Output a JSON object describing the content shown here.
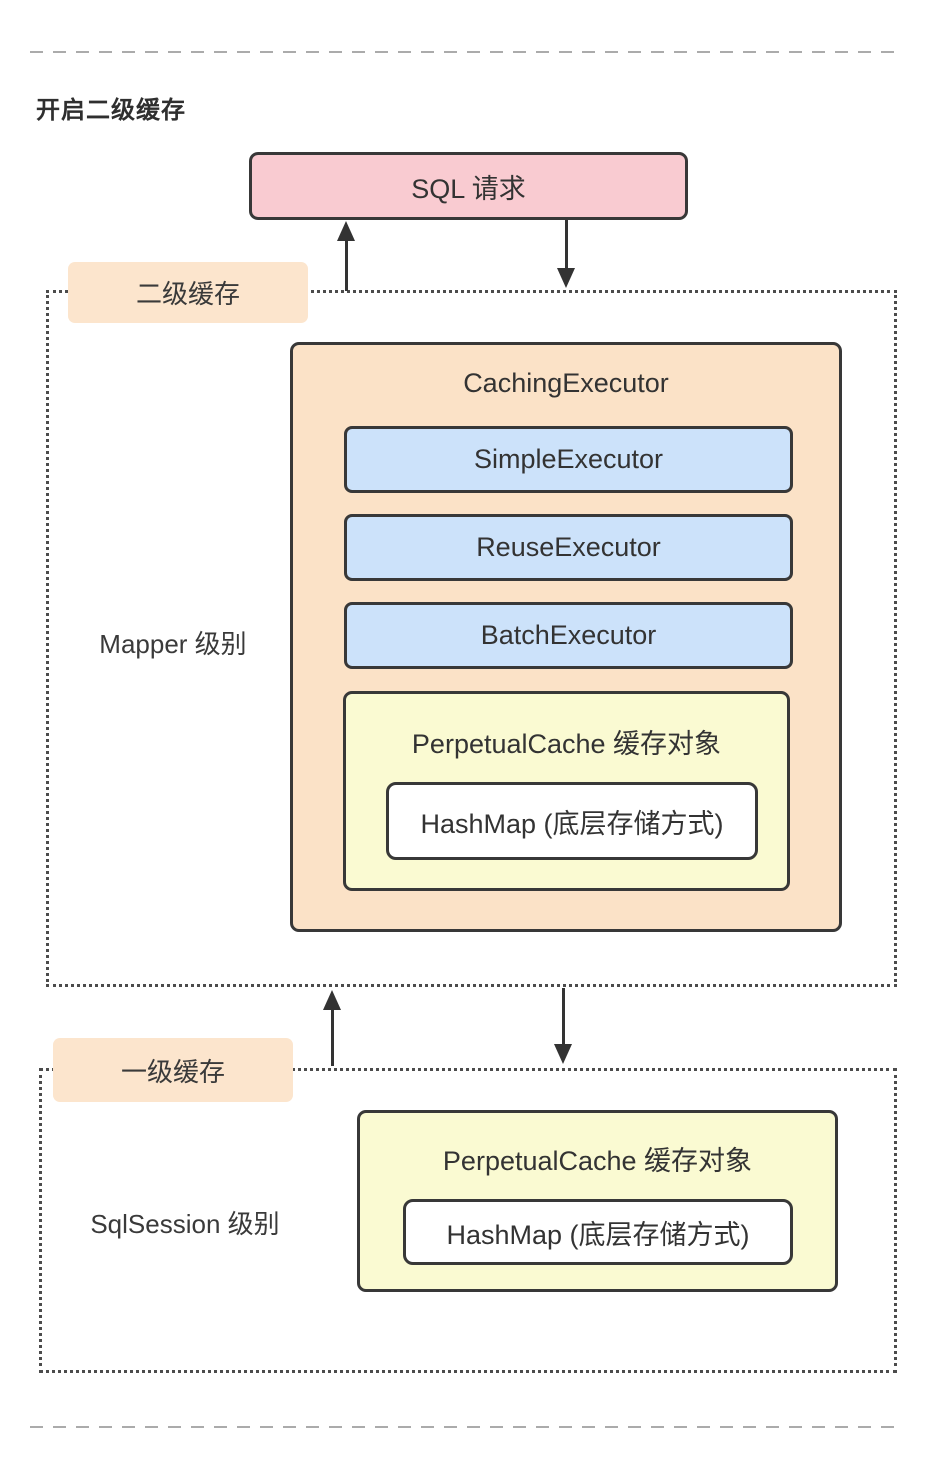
{
  "page": {
    "heading": "开启二级缓存"
  },
  "colors": {
    "pink_box": "#f9cbd1",
    "orange_tag": "#fce5cd",
    "orange_box": "#fbe2c7",
    "blue_box": "#cce2fa",
    "yellow_box": "#fafad2",
    "white_box": "#ffffff",
    "dark_border": "#383838",
    "dotted_border": "#4c4c4c",
    "separator": "#ababab",
    "text": "#333333"
  },
  "diagram": {
    "sql_request": {
      "label": "SQL 请求"
    },
    "second_level": {
      "tag": "二级缓存",
      "side_label": "Mapper 级别",
      "caching_executor_label": "CachingExecutor",
      "executors": [
        {
          "label": "SimpleExecutor"
        },
        {
          "label": "ReuseExecutor"
        },
        {
          "label": "BatchExecutor"
        }
      ],
      "cache": {
        "label": "PerpetualCache 缓存对象",
        "storage": "HashMap (底层存储方式)"
      }
    },
    "first_level": {
      "tag": "一级缓存",
      "side_label": "SqlSession 级别",
      "cache": {
        "label": "PerpetualCache 缓存对象",
        "storage": "HashMap (底层存储方式)"
      }
    }
  }
}
